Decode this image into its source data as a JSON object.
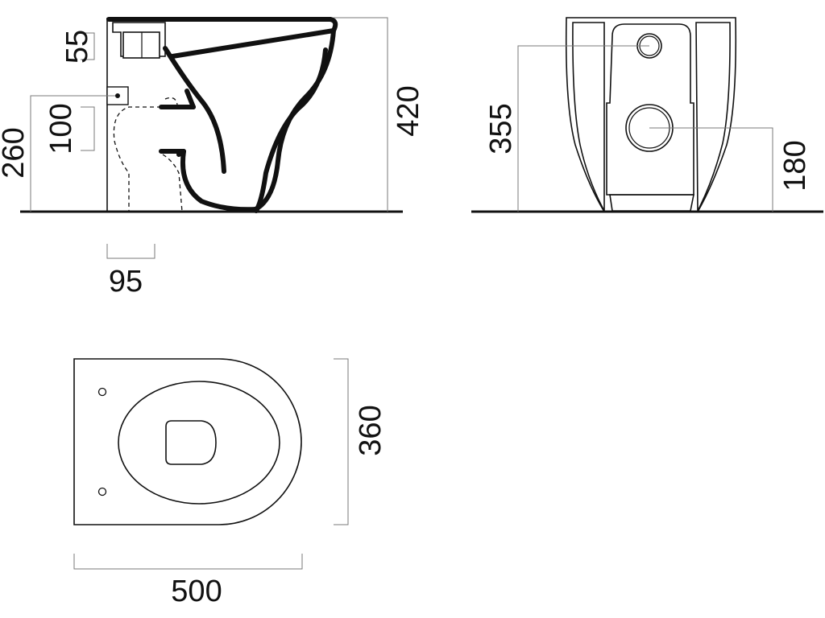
{
  "dimensions": {
    "side_view": {
      "outlet_offset": "55",
      "inlet_spacing": "100",
      "inlet_height": "260",
      "total_height": "420",
      "wall_offset": "95"
    },
    "rear_view": {
      "water_inlet_height": "355",
      "waste_outlet_height": "180"
    },
    "top_view": {
      "width": "360",
      "length": "500"
    }
  },
  "colors": {
    "line": "#111111",
    "dimension_line": "#7a7a7a",
    "background": "#ffffff"
  }
}
